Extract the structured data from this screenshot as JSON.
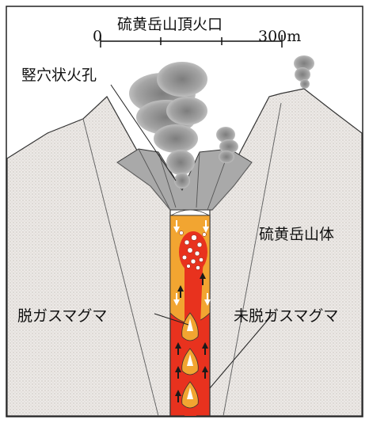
{
  "title": "硫黄岳山頂火口",
  "scale": {
    "start": "0",
    "end": "300m"
  },
  "labels": {
    "conduit": "竪穴状火孔",
    "mountain_body": "硫黄岳山体",
    "degassed_magma": "脱ガスマグマ",
    "undegassed_magma": "未脱ガスマグマ"
  },
  "colors": {
    "rock_fill": "#e9e6e2",
    "crater_wall": "#a9a9a9",
    "magma_core": "#e8321e",
    "degassed_magma": "#f2a531",
    "plume": "#9c9c9c"
  }
}
